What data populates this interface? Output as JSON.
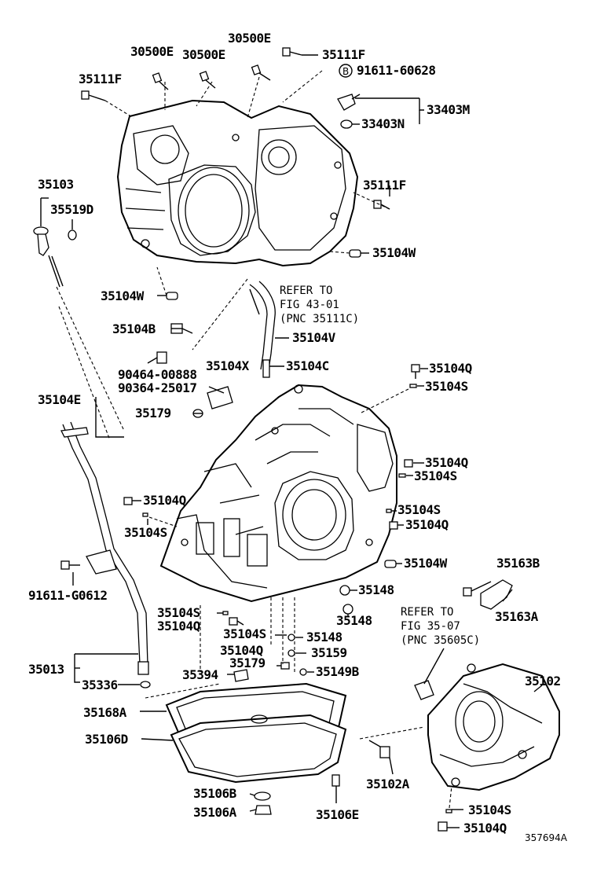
{
  "figure_ref": "357694A",
  "callout_letter": "B",
  "parts": {
    "p30500E_a": "30500E",
    "p30500E_b": "30500E",
    "p30500E_c": "30500E",
    "p35111F_top": "35111F",
    "p35111F_left": "35111F",
    "p35111F_right": "35111F",
    "p91611_60628": "91611-60628",
    "p33403M": "33403M",
    "p33403N": "33403N",
    "p35103": "35103",
    "p35519D": "35519D",
    "p35104W_right": "35104W",
    "p35104W_left": "35104W",
    "p35104W_mid": "35104W",
    "p35104B": "35104B",
    "p35104V": "35104V",
    "p90464_00888": "90464-00888",
    "p90364_25017": "90364-25017",
    "p35104X": "35104X",
    "p35104C": "35104C",
    "p35104Q_1": "35104Q",
    "p35104S_1": "35104S",
    "p35104E": "35104E",
    "p35179_top": "35179",
    "p35104Q_2": "35104Q",
    "p35104S_2": "35104S",
    "p35104Q_3": "35104Q",
    "p35104S_3": "35104S",
    "p35104S_4": "35104S",
    "p35104Q_4": "35104Q",
    "p91611_G0612": "91611-G0612",
    "p35163B": "35163B",
    "p35148_1": "35148",
    "p35148_2": "35148",
    "p35163A": "35163A",
    "p35104S_5": "35104S",
    "p35104Q_5": "35104Q",
    "p35104S_6": "35104S",
    "p35148_3": "35148",
    "p35104Q_6": "35104Q",
    "p35159": "35159",
    "p35179_bottom": "35179",
    "p35149B": "35149B",
    "p35013": "35013",
    "p35336": "35336",
    "p35394": "35394",
    "p35102": "35102",
    "p35168A": "35168A",
    "p35106D": "35106D",
    "p35106B": "35106B",
    "p35106A": "35106A",
    "p35106E": "35106E",
    "p35102A": "35102A",
    "p35104S_7": "35104S",
    "p35104Q_7": "35104Q"
  },
  "notes": {
    "ref1_line1": "REFER TO",
    "ref1_line2": "FIG 43-01",
    "ref1_line3": "(PNC 35111C)",
    "ref2_line1": "REFER TO",
    "ref2_line2": "FIG 35-07",
    "ref2_line3": "(PNC 35605C)"
  }
}
